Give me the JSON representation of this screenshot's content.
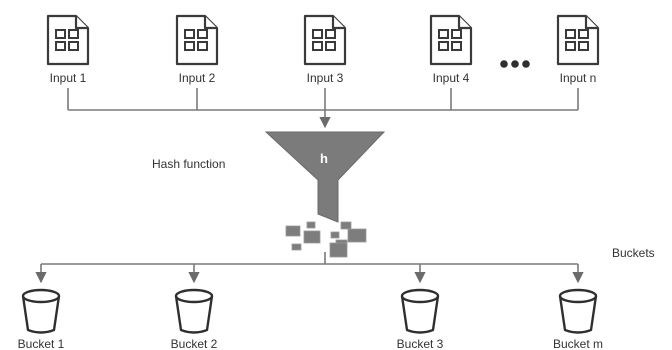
{
  "inputs": [
    {
      "label": "Input 1"
    },
    {
      "label": "Input 2"
    },
    {
      "label": "Input 3"
    },
    {
      "label": "Input 4"
    },
    {
      "label": "Input n"
    }
  ],
  "hash": {
    "label": "Hash function",
    "symbol": "h"
  },
  "buckets_title": "Buckets",
  "buckets": [
    {
      "label": "Bucket 1"
    },
    {
      "label": "Bucket 2"
    },
    {
      "label": "Bucket 3"
    },
    {
      "label": "Bucket m"
    }
  ],
  "colors": {
    "funnel": "#7b7b7b",
    "line": "#7a7a7a",
    "icon": "#3a3a3a"
  }
}
